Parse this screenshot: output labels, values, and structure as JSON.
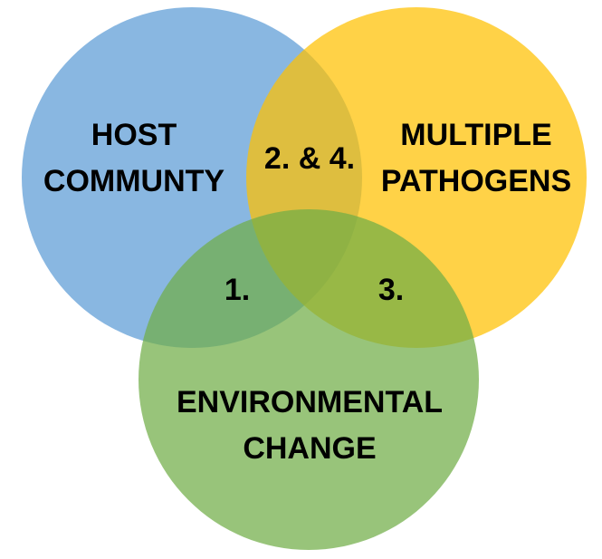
{
  "diagram": {
    "type": "venn",
    "sets": [
      {
        "id": "host",
        "lines": [
          "HOST",
          "COMMUNTY"
        ],
        "color": "#5b9bd5"
      },
      {
        "id": "pathogens",
        "lines": [
          "MULTIPLE",
          "PATHOGENS"
        ],
        "color": "#ffc000"
      },
      {
        "id": "environment",
        "lines": [
          "ENVIRONMENTAL",
          "CHANGE"
        ],
        "color": "#70ad47"
      }
    ],
    "intersections": [
      {
        "id": "host-pathogens",
        "label": "2. & 4."
      },
      {
        "id": "host-environment",
        "label": "1."
      },
      {
        "id": "pathogens-environment",
        "label": "3."
      }
    ]
  }
}
